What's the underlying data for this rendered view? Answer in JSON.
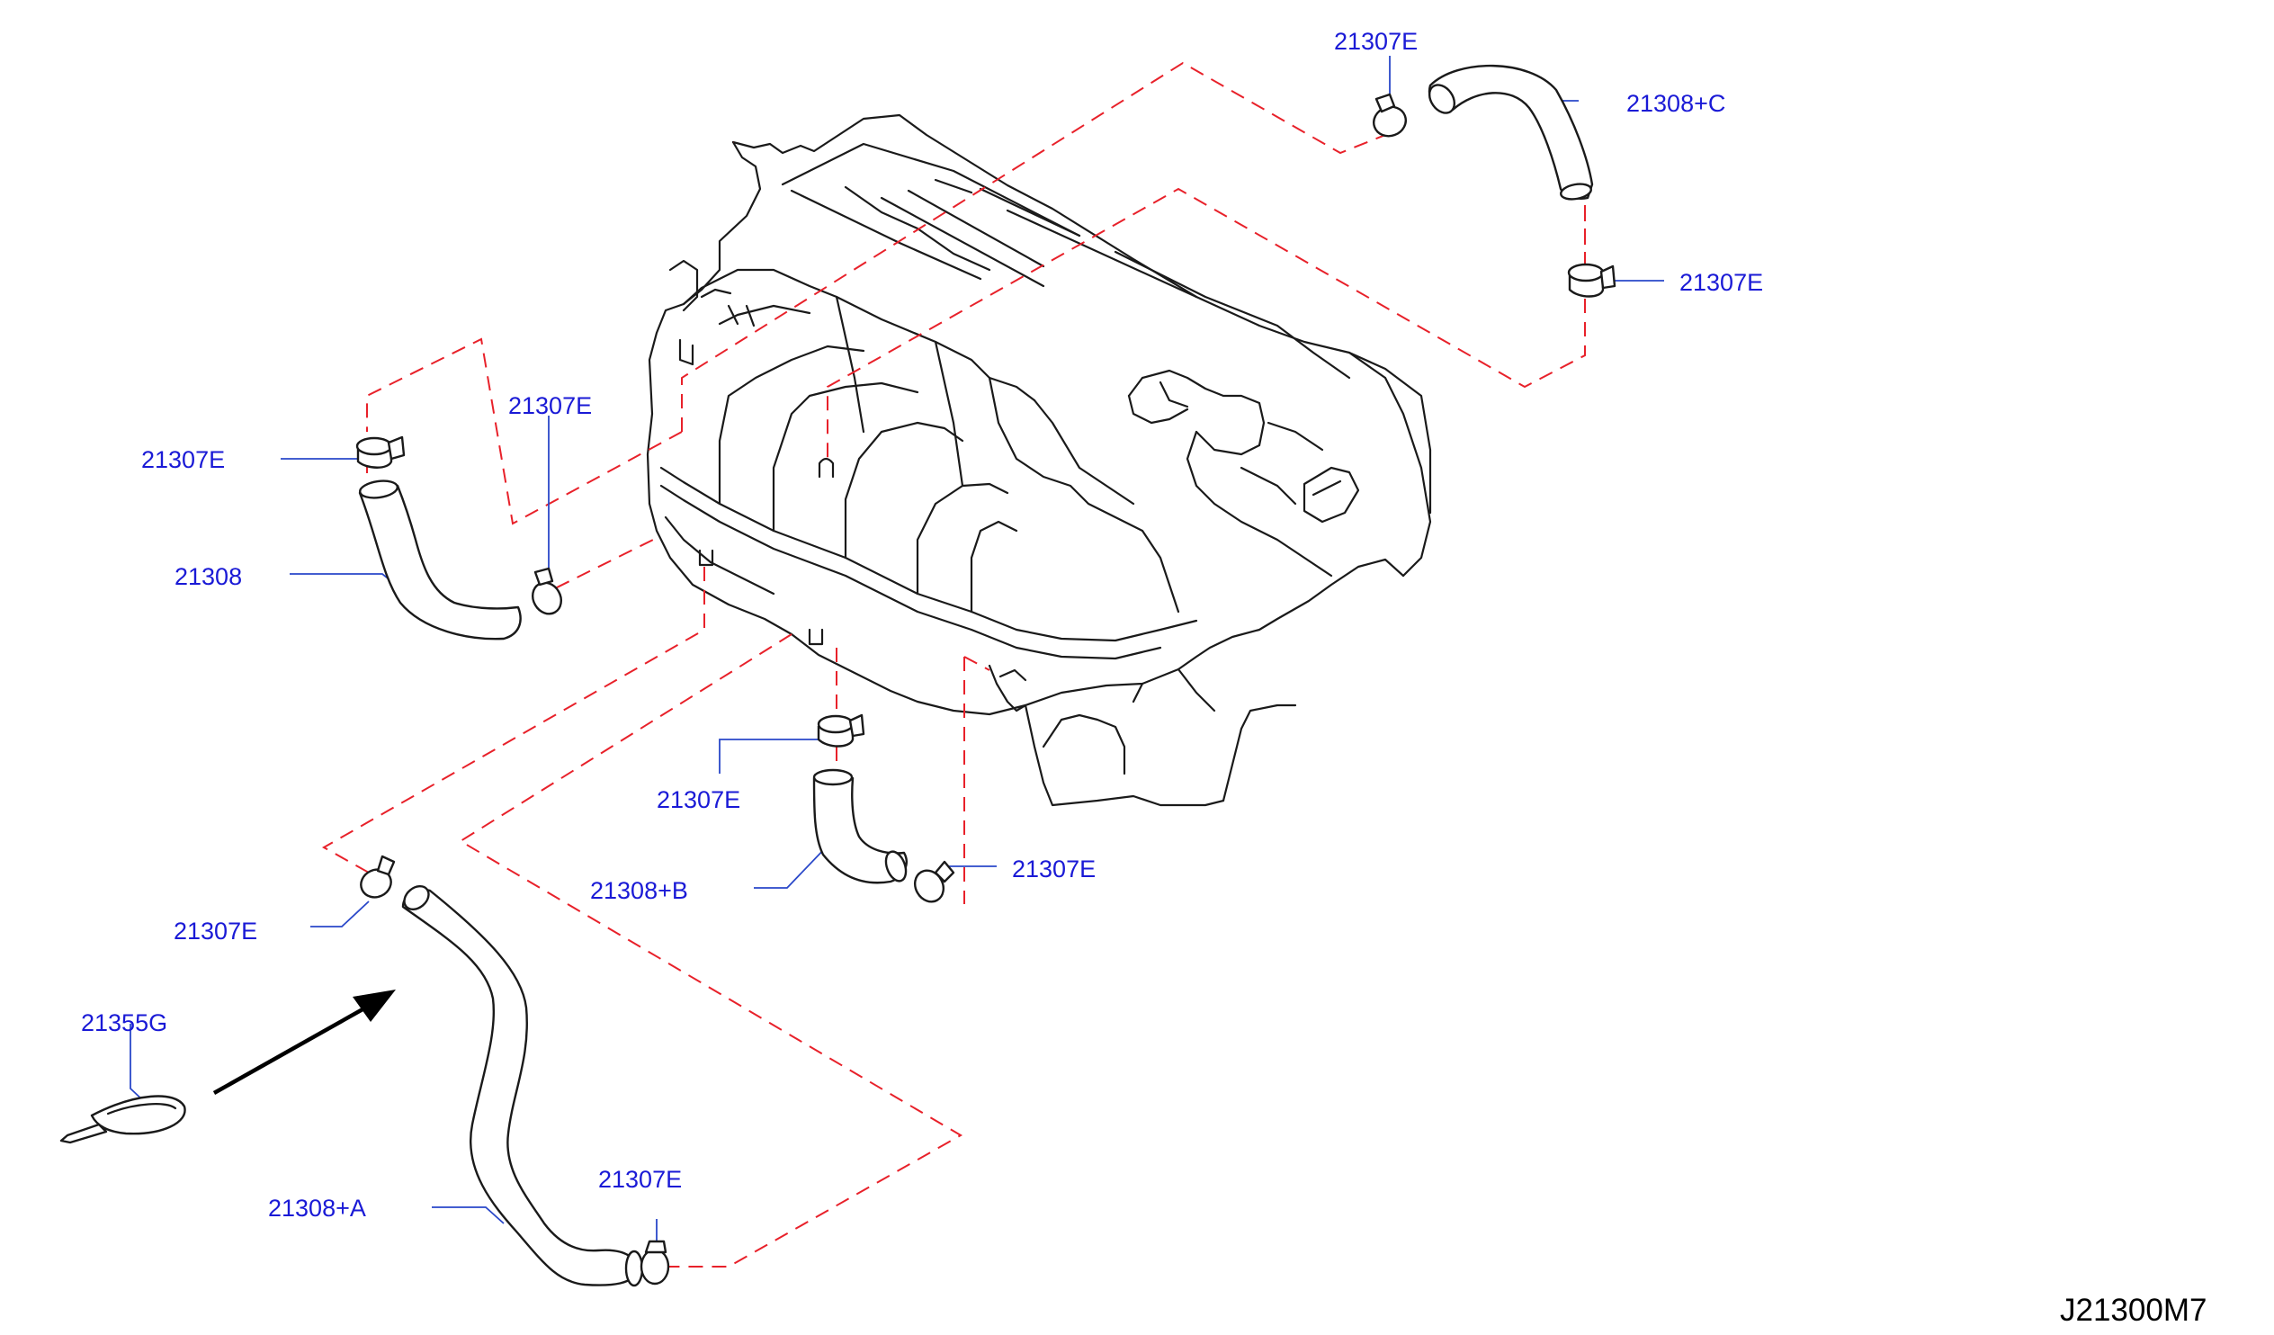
{
  "colors": {
    "callout_text": "#1a1ad6",
    "leader_line": "#2a48c9",
    "connection_dash": "#e8212a",
    "drawing_line": "#1a1a1a",
    "background": "#ffffff"
  },
  "callouts": [
    {
      "id": "c1",
      "label": "21307E"
    },
    {
      "id": "c2",
      "label": "21308+C"
    },
    {
      "id": "c3",
      "label": "21307E"
    },
    {
      "id": "c4",
      "label": "21307E"
    },
    {
      "id": "c5",
      "label": "21307E"
    },
    {
      "id": "c6",
      "label": "21308"
    },
    {
      "id": "c7",
      "label": "21307E"
    },
    {
      "id": "c8",
      "label": "21307E"
    },
    {
      "id": "c9",
      "label": "21308+B"
    },
    {
      "id": "c10",
      "label": "21307E"
    },
    {
      "id": "c11",
      "label": "21355G"
    },
    {
      "id": "c12",
      "label": "21307E"
    },
    {
      "id": "c13",
      "label": "21308+A"
    }
  ],
  "reference_code": "J21300M7",
  "icons": {
    "engine": "engine-block-illustration",
    "hose": "hose-icon",
    "clamp": "hose-clamp-icon",
    "tie": "cable-tie-icon",
    "arrow": "direction-arrow-icon"
  }
}
